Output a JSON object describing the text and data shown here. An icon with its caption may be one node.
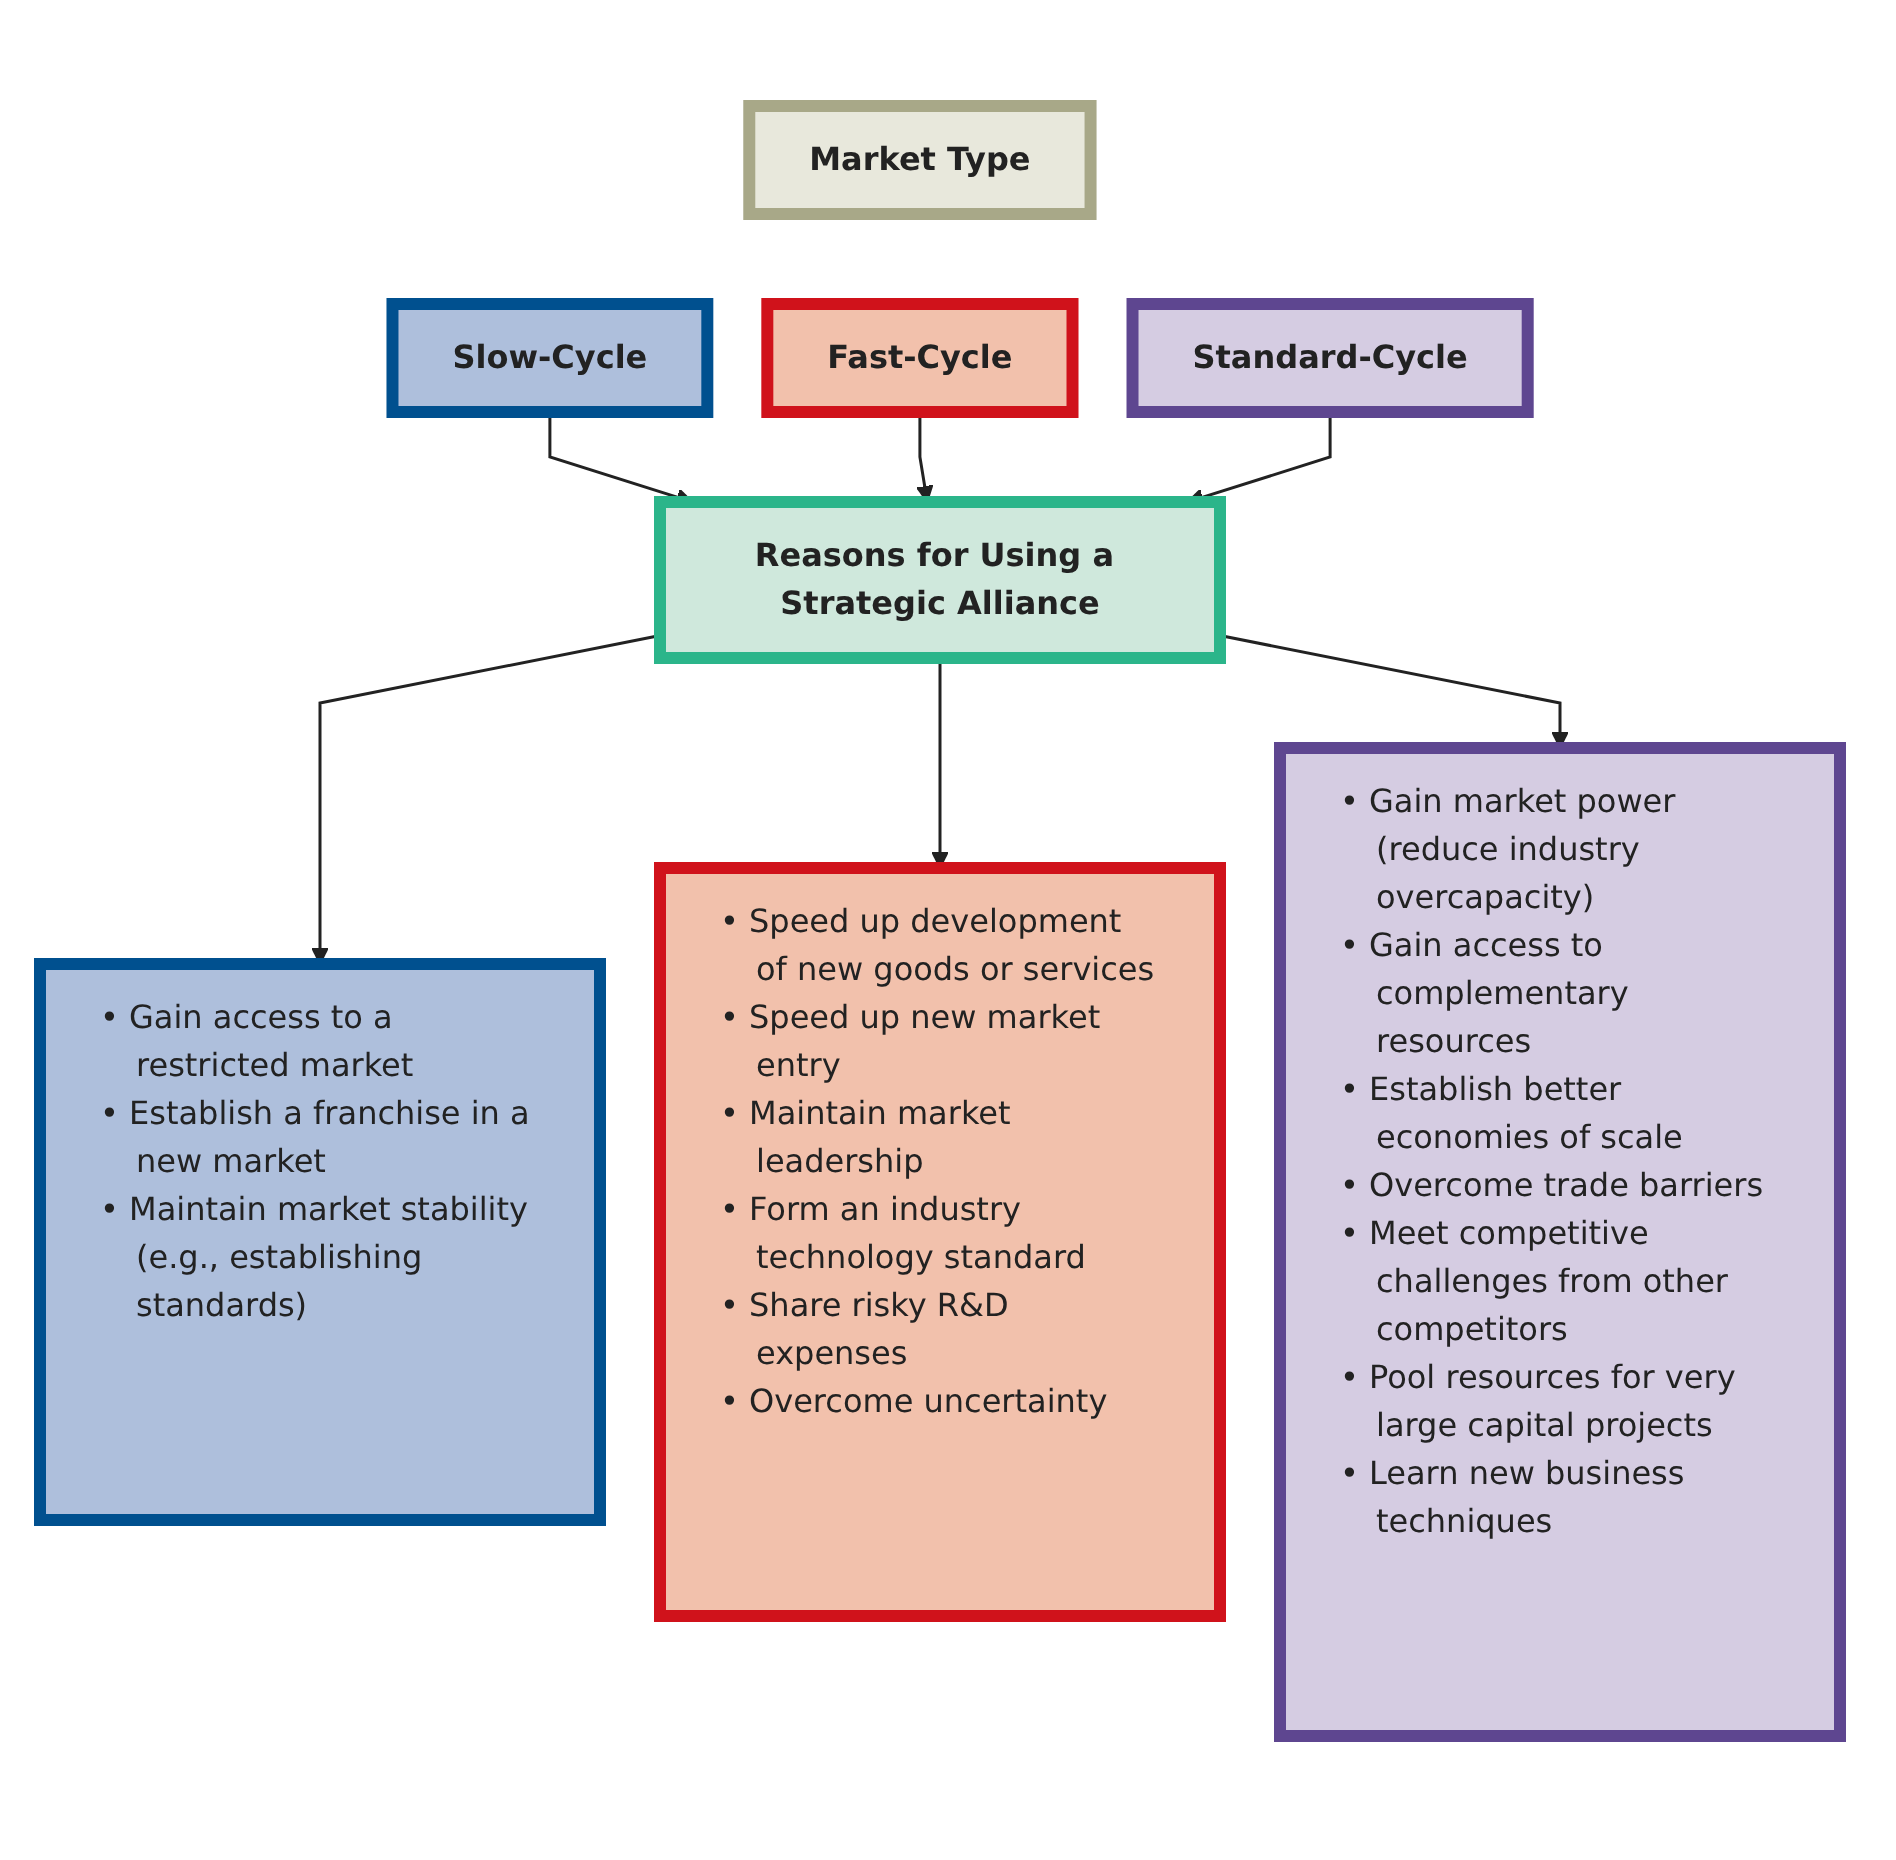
{
  "diagram": {
    "nodes": [
      {
        "text": [
          "Market Type"
        ]
      },
      {
        "text": [
          "Slow-Cycle"
        ]
      },
      {
        "text": [
          "Fast-Cycle"
        ]
      },
      {
        "text": [
          "Standard-Cycle"
        ]
      },
      {
        "text": [
          "Reasons for Using a Strategic Alliance"
        ]
      },
      {
        "text": [
          "• Gain access to a restricted market",
          "• Establish a franchise in a new market",
          "• Maintain market stability (e.g., establishing standards)"
        ]
      },
      {
        "text": [
          "• Speed up development of new goods or services",
          "• Speed up new market entry",
          "• Maintain market leadership",
          "• Form an industry technology standard",
          "• Share risky R&D expenses",
          "• Overcome uncertainty"
        ]
      },
      {
        "text": [
          "• Gain market power (reduce industry overcapacity)",
          "• Gain access to complementary resources",
          "• Establish better economies of scale",
          "• Overcome trade barriers",
          "• Meet competitive challenges from other competitors",
          "• Pool resources for very large capital projects",
          "• Learn new business techniques"
        ]
      }
    ],
    "edges": [
      {
        "from": 1,
        "to": 4,
        "arrow": "to"
      },
      {
        "from": 2,
        "to": 4,
        "arrow": "to"
      },
      {
        "from": 3,
        "to": 4,
        "arrow": "to"
      },
      {
        "from": 4,
        "to": 5,
        "arrow": "to"
      },
      {
        "from": 4,
        "to": 6,
        "arrow": "to"
      },
      {
        "from": 4,
        "to": 7,
        "arrow": "to"
      }
    ]
  }
}
